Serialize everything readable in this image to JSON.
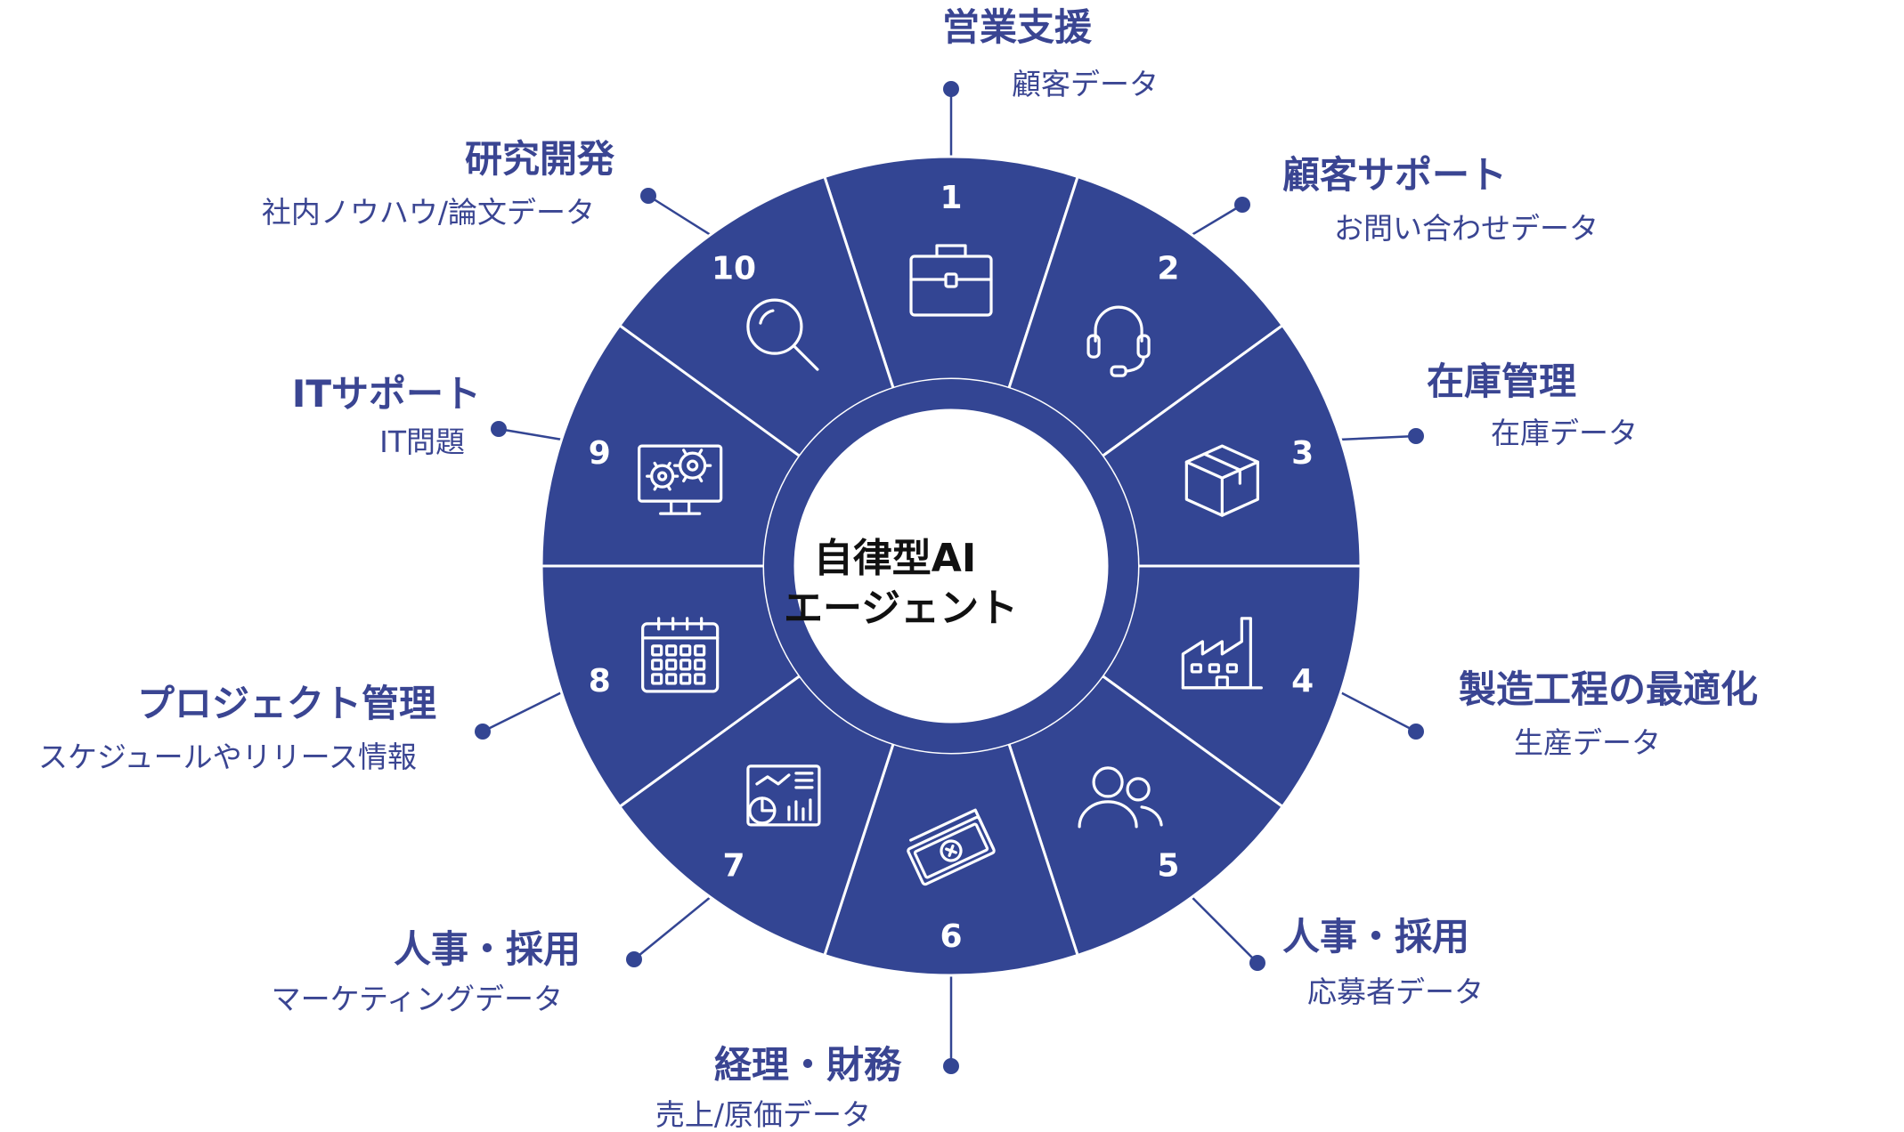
{
  "colors": {
    "segment": "#334593",
    "text": "#3a4592",
    "line": "#334593",
    "center_text": "#111111",
    "stroke": "#ffffff"
  },
  "center": {
    "line1": "自律型AI",
    "line2": "エージェント"
  },
  "segments": [
    {
      "number": "1",
      "icon": "briefcase-icon",
      "title": "営業支援",
      "subtitle": "顧客データ"
    },
    {
      "number": "2",
      "icon": "headset-icon",
      "title": "顧客サポート",
      "subtitle": "お問い合わせデータ"
    },
    {
      "number": "3",
      "icon": "box-icon",
      "title": "在庫管理",
      "subtitle": "在庫データ"
    },
    {
      "number": "4",
      "icon": "factory-icon",
      "title": "製造工程の最適化",
      "subtitle": "生産データ"
    },
    {
      "number": "5",
      "icon": "people-icon",
      "title": "人事・採用",
      "subtitle": "応募者データ"
    },
    {
      "number": "6",
      "icon": "money-icon",
      "title": "経理・財務",
      "subtitle": "売上/原価データ"
    },
    {
      "number": "7",
      "icon": "analytics-icon",
      "title": "人事・採用",
      "subtitle": "マーケティングデータ"
    },
    {
      "number": "8",
      "icon": "calendar-icon",
      "title": "プロジェクト管理",
      "subtitle": "スケジュールやリリース情報"
    },
    {
      "number": "9",
      "icon": "monitor-gears-icon",
      "title": "ITサポート",
      "subtitle": "IT問題"
    },
    {
      "number": "10",
      "icon": "magnifier-icon",
      "title": "研究開発",
      "subtitle": "社内ノウハウ/論文データ"
    }
  ]
}
